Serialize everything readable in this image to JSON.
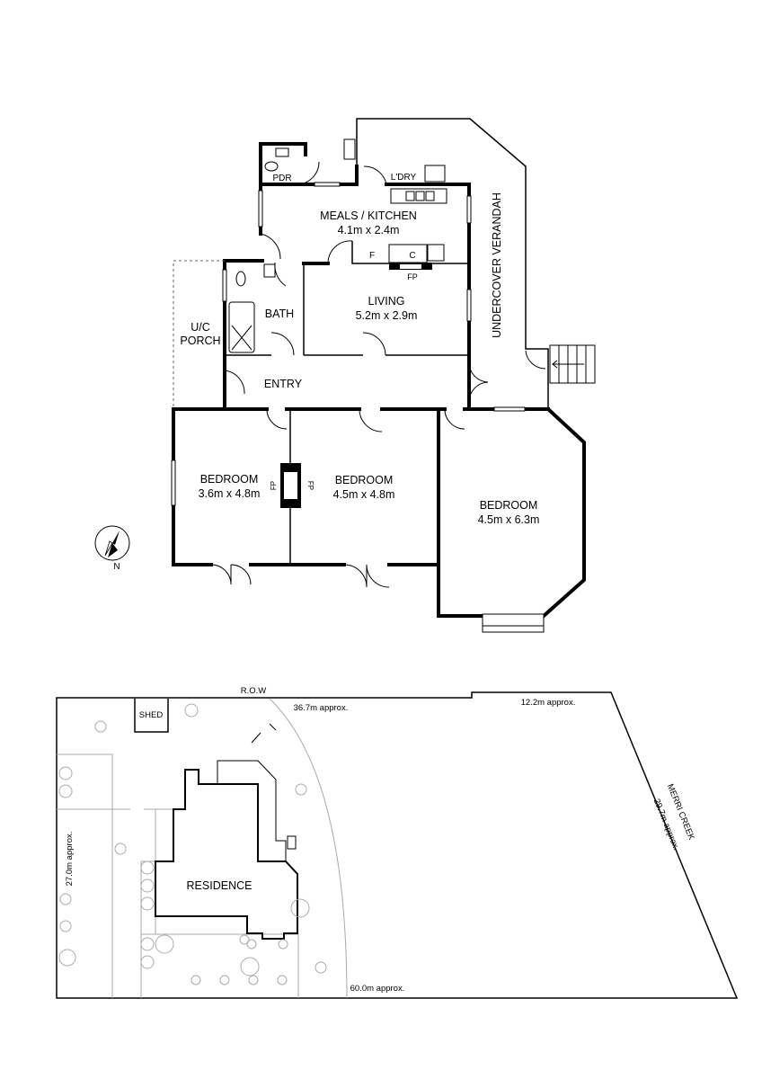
{
  "floor_plan": {
    "rooms": [
      {
        "name": "PDR",
        "dims": ""
      },
      {
        "name": "L'DRY",
        "dims": ""
      },
      {
        "name": "MEALS / KITCHEN",
        "dims": "4.1m x 2.4m"
      },
      {
        "name": "LIVING",
        "dims": "5.2m x 2.9m"
      },
      {
        "name": "BATH",
        "dims": ""
      },
      {
        "name": "U/C",
        "dims": "PORCH"
      },
      {
        "name": "ENTRY",
        "dims": ""
      },
      {
        "name": "BEDROOM",
        "dims": "3.6m x 4.8m"
      },
      {
        "name": "BEDROOM",
        "dims": "4.5m x 4.8m"
      },
      {
        "name": "BEDROOM",
        "dims": "4.5m x 6.3m"
      },
      {
        "name": "UNDERCOVER VERANDAH",
        "dims": ""
      }
    ],
    "fixtures": {
      "fridge": "F",
      "cooktop": "C",
      "fireplace": "FP"
    },
    "compass_label": "N"
  },
  "site_plan": {
    "residence_label": "RESIDENCE",
    "shed_label": "SHED",
    "row_label": "R.O.W",
    "dimensions": {
      "top_left": "36.7m approx.",
      "top_right": "12.2m approx.",
      "bottom": "60.0m approx.",
      "left": "27.0m approx.",
      "right": "29.7m approx."
    },
    "creek_label": "MERRI CREEK"
  }
}
